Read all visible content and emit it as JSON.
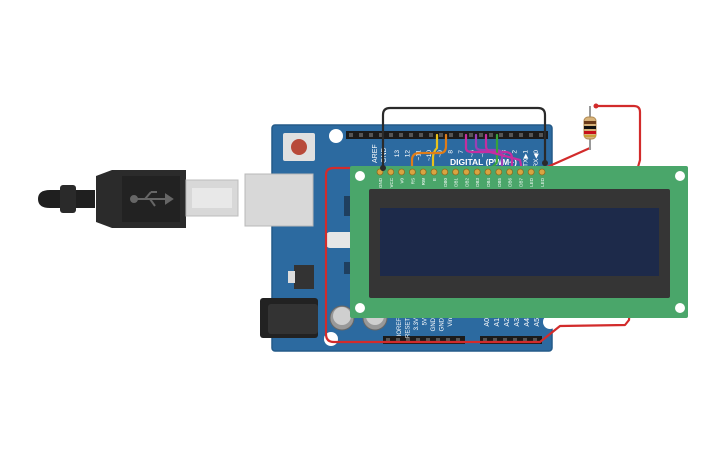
{
  "arduino": {
    "label_aref": "AREF",
    "label_gnd": "GND",
    "label_digital": "DIGITAL (PWM~)",
    "digital_pins": [
      "13",
      "12",
      "~11",
      "~10",
      "~9",
      "8",
      "7",
      "~6",
      "~5",
      "4",
      "~3",
      "2",
      "TX▶1",
      "RX◀0"
    ],
    "power_pins": [
      "IOREF",
      "RESET",
      "3.3V",
      "5V",
      "GND",
      "GND",
      "Vin"
    ],
    "analog_pins": [
      "A0",
      "A1",
      "A2",
      "A3",
      "A4",
      "A5"
    ]
  },
  "lcd": {
    "pin_labels": [
      "GND",
      "VCC",
      "V0",
      "RS",
      "RW",
      "E",
      "DB0",
      "DB1",
      "DB2",
      "DB3",
      "DB4",
      "DB5",
      "DB6",
      "DB7",
      "LED",
      "LED"
    ]
  },
  "colors": {
    "board": "#2c6aa0",
    "lcd_pcb": "#4aa66a",
    "lcd_screen": "#1d2a4a",
    "wire_red": "#d22b2b",
    "wire_black": "#2a2a2a",
    "wire_yellow": "#e8c21c",
    "wire_orange": "#e07d18",
    "wire_purple": "#9b3fb5",
    "wire_green": "#37a33a",
    "wire_magenta": "#c52ea0"
  }
}
